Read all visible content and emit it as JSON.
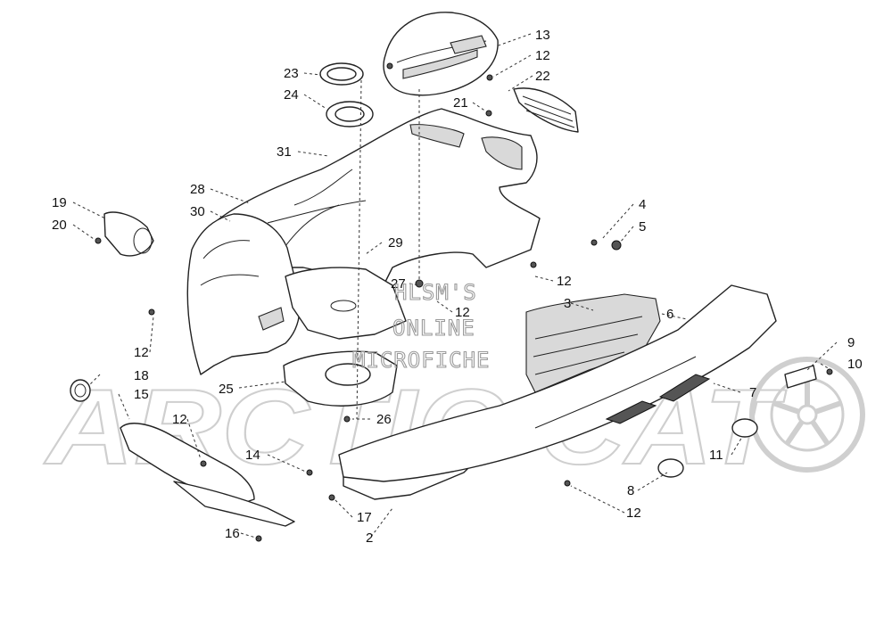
{
  "watermark": {
    "brand": "ARCTIC CAT",
    "lines": [
      "HLSM'S",
      "ONLINE",
      "MICROFICHE"
    ]
  },
  "callouts": [
    {
      "id": "c13",
      "text": "13"
    },
    {
      "id": "c12a",
      "text": "12"
    },
    {
      "id": "c22",
      "text": "22"
    },
    {
      "id": "c23",
      "text": "23"
    },
    {
      "id": "c24",
      "text": "24"
    },
    {
      "id": "c21",
      "text": "21"
    },
    {
      "id": "c31",
      "text": "31"
    },
    {
      "id": "c28",
      "text": "28"
    },
    {
      "id": "c30",
      "text": "30"
    },
    {
      "id": "c19",
      "text": "19"
    },
    {
      "id": "c20",
      "text": "20"
    },
    {
      "id": "c29",
      "text": "29"
    },
    {
      "id": "c4",
      "text": "4"
    },
    {
      "id": "c5",
      "text": "5"
    },
    {
      "id": "c12b",
      "text": "12"
    },
    {
      "id": "c27",
      "text": "27"
    },
    {
      "id": "c12c",
      "text": "12"
    },
    {
      "id": "c3",
      "text": "3"
    },
    {
      "id": "c6",
      "text": "6"
    },
    {
      "id": "c12d",
      "text": "12"
    },
    {
      "id": "c9",
      "text": "9"
    },
    {
      "id": "c10",
      "text": "10"
    },
    {
      "id": "c18",
      "text": "18"
    },
    {
      "id": "c15",
      "text": "15"
    },
    {
      "id": "c25",
      "text": "25"
    },
    {
      "id": "c7",
      "text": "7"
    },
    {
      "id": "c26",
      "text": "26"
    },
    {
      "id": "c12e",
      "text": "12"
    },
    {
      "id": "c11",
      "text": "11"
    },
    {
      "id": "c14",
      "text": "14"
    },
    {
      "id": "c8",
      "text": "8"
    },
    {
      "id": "c17",
      "text": "17"
    },
    {
      "id": "c12f",
      "text": "12"
    },
    {
      "id": "c16",
      "text": "16"
    },
    {
      "id": "c2",
      "text": "2"
    }
  ]
}
